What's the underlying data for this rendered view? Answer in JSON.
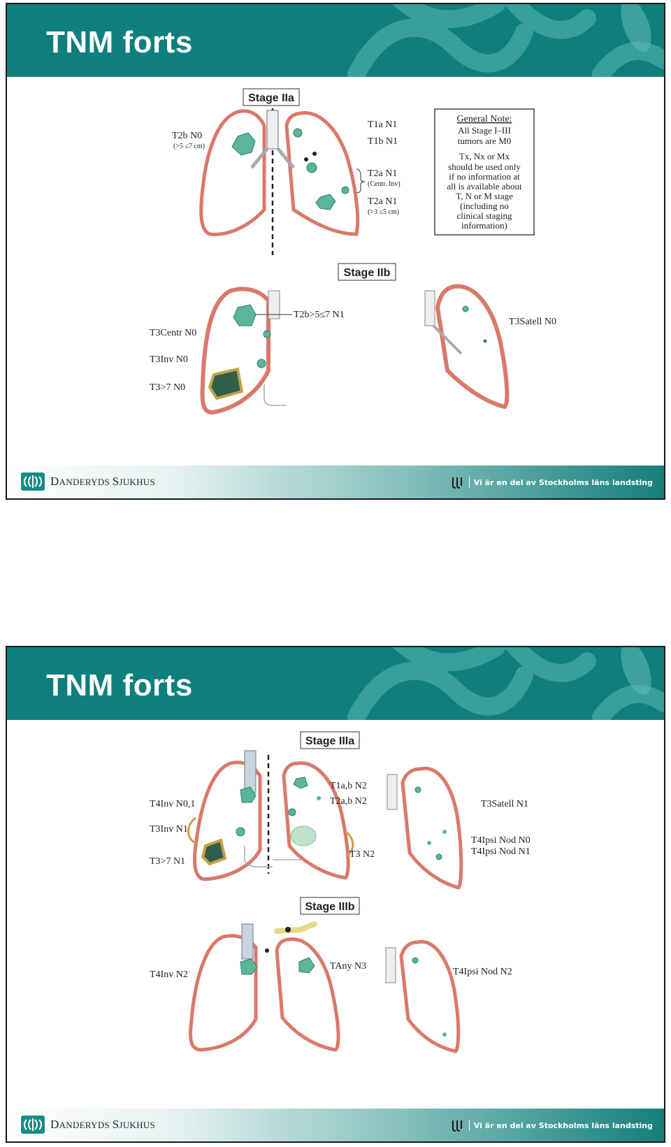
{
  "slides": [
    {
      "title": "TNM forts",
      "stage_top": "Stage IIa",
      "stage_bottom": "Stage IIb",
      "labels": {
        "t2b_n0": "T2b N0",
        "t2b_n0_sub": "(>5 ≤7 cm)",
        "t1a_n1": "T1a N1",
        "t1b_n1": "T1b N1",
        "t2a_n1_a": "T2a N1",
        "t2a_n1_a_sub": "(Centr. Inv)",
        "t2a_n1_b": "T2a N1",
        "t2a_n1_b_sub": "(>3 ≤5 cm)",
        "t3_centr_n0": "T3Centr N0",
        "t3_inv_n0": "T3Inv N0",
        "t3_gt7_n0": "T3>7 N0",
        "t2b_n1": "T2b>5≤7 N1",
        "t3_satell_n0": "T3Satell N0"
      },
      "note": {
        "title": "General Note:",
        "lines": [
          "All Stage I–III",
          "tumors are M0",
          "",
          "Tx, Nx or Mx",
          "should be used only",
          "if no information at",
          "all is available about",
          "T, N or M stage",
          "(including no",
          "clinical staging",
          "information)"
        ]
      }
    },
    {
      "title": "TNM forts",
      "stage_top": "Stage IIIa",
      "stage_bottom": "Stage IIIb",
      "labels": {
        "t4_inv_n01": "T4Inv N0,1",
        "t3_inv_n1": "T3Inv N1",
        "t3_gt7_n1": "T3>7 N1",
        "t1ab_n2": "T1a,b N2",
        "t2ab_n2": "T2a,b N2",
        "t3_n2": "T3 N2",
        "t3_satell_n1": "T3Satell N1",
        "t4_ipsinod_n0": "T4Ipsi Nod N0",
        "t4_ipsinod_n1": "T4Ipsi Nod N1",
        "t4_inv_n2": "T4Inv N2",
        "tany_n3": "TAny N3",
        "t4_ipsinod_n2": "T4Ipsi Nod N2"
      }
    }
  ],
  "footer": {
    "hospital_big1": "D",
    "hospital_small1": "ANDERYDS ",
    "hospital_big2": "S",
    "hospital_small2": "JUKHUS",
    "tagline": "Vi är en del av Stockholms läns landsting"
  },
  "colors": {
    "header": "#0e7f7c",
    "lung_edge": "#d9796a",
    "tumor": "#5bb59a"
  }
}
